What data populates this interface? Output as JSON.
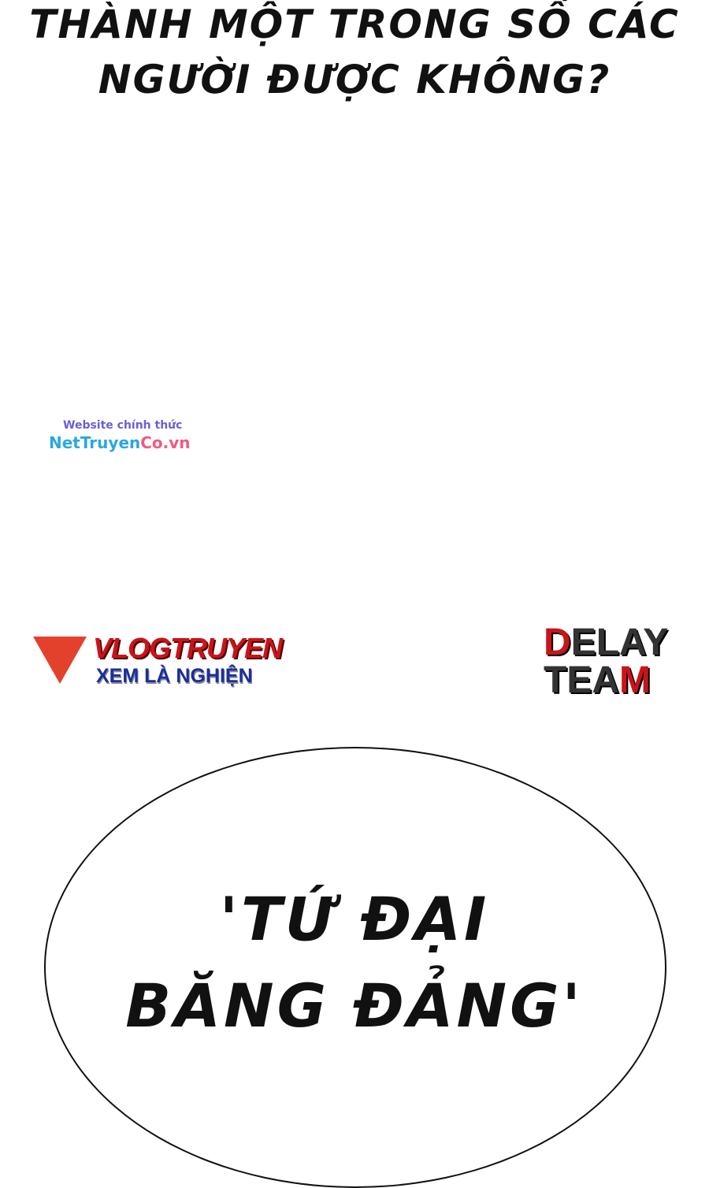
{
  "caption": {
    "line1": "THÀNH MỘT TRONG SỐ CÁC",
    "line2": "NGƯỜI ĐƯỢC KHÔNG?"
  },
  "watermark": {
    "line1": "Website chính thức",
    "brand_a": "NetTruyen",
    "brand_b": "Co.vn"
  },
  "vlogtruyen_logo": {
    "title": "VLOGTRUYEN",
    "tagline": "XEM LÀ NGHIỆN"
  },
  "delay_logo": {
    "d": "D",
    "elay": "ELAY",
    "tea": "TEA",
    "m": "M"
  },
  "bubble": {
    "line1": "'TỨ ĐẠI",
    "line2": "BĂNG ĐẢNG'"
  }
}
